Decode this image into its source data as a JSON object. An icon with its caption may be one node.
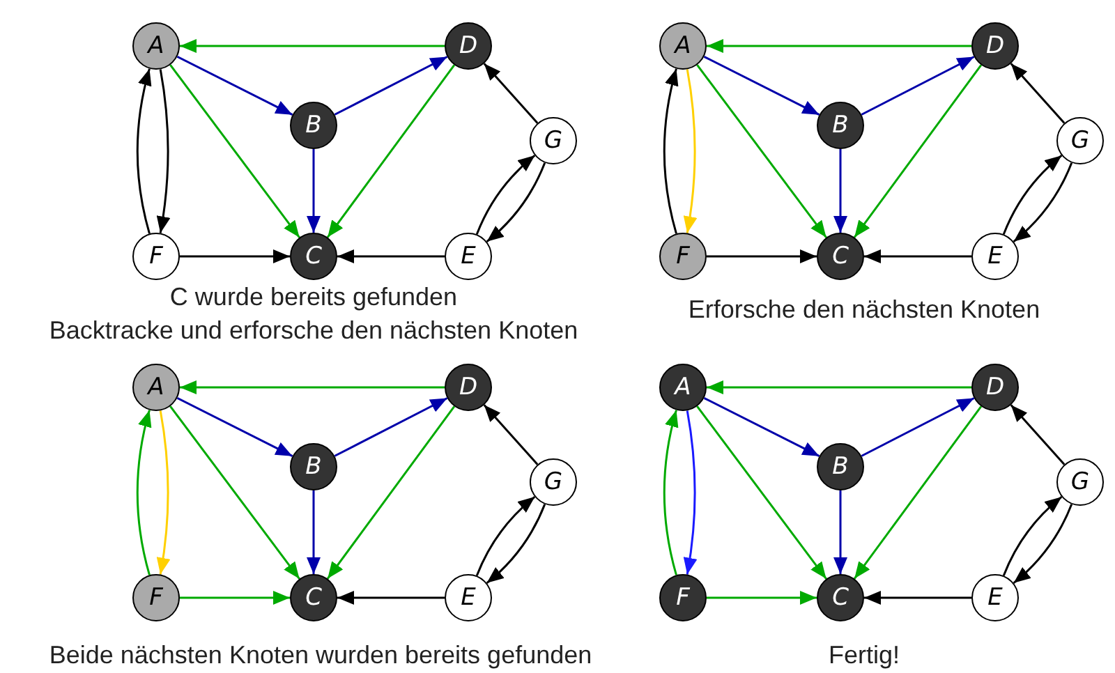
{
  "diagram": {
    "nodes": [
      {
        "text": [
          "A"
        ]
      },
      {
        "text": [
          "D"
        ]
      },
      {
        "text": [
          "B"
        ]
      },
      {
        "text": [
          "G"
        ]
      },
      {
        "text": [
          "F"
        ]
      },
      {
        "text": [
          "C"
        ]
      },
      {
        "text": [
          "E"
        ]
      },
      {
        "text": [
          "A"
        ]
      },
      {
        "text": [
          "D"
        ]
      },
      {
        "text": [
          "B"
        ]
      },
      {
        "text": [
          "G"
        ]
      },
      {
        "text": [
          "F"
        ]
      },
      {
        "text": [
          "C"
        ]
      },
      {
        "text": [
          "E"
        ]
      },
      {
        "text": [
          "A"
        ]
      },
      {
        "text": [
          "D"
        ]
      },
      {
        "text": [
          "B"
        ]
      },
      {
        "text": [
          "G"
        ]
      },
      {
        "text": [
          "F"
        ]
      },
      {
        "text": [
          "C"
        ]
      },
      {
        "text": [
          "E"
        ]
      },
      {
        "text": [
          "A"
        ]
      },
      {
        "text": [
          "D"
        ]
      },
      {
        "text": [
          "B"
        ]
      },
      {
        "text": [
          "G"
        ]
      },
      {
        "text": [
          "F"
        ]
      },
      {
        "text": [
          "C"
        ]
      },
      {
        "text": [
          "E"
        ]
      }
    ],
    "edges": [
      {
        "from": 1,
        "to": 0,
        "arrow": "to",
        "color": "#00aa00"
      },
      {
        "from": 0,
        "to": 2,
        "arrow": "to",
        "color": "#0000aa"
      },
      {
        "from": 2,
        "to": 1,
        "arrow": "to",
        "color": "#0000aa"
      },
      {
        "from": 0,
        "to": 5,
        "arrow": "to",
        "color": "#00aa00"
      },
      {
        "from": 2,
        "to": 5,
        "arrow": "to",
        "color": "#0000aa"
      },
      {
        "from": 1,
        "to": 5,
        "arrow": "to",
        "color": "#00aa00"
      },
      {
        "from": 0,
        "to": 4,
        "arrow": "to"
      },
      {
        "from": 4,
        "to": 0,
        "arrow": "to"
      },
      {
        "from": 4,
        "to": 5,
        "arrow": "to"
      },
      {
        "from": 6,
        "to": 5,
        "arrow": "to"
      },
      {
        "from": 3,
        "to": 1,
        "arrow": "to"
      },
      {
        "from": 6,
        "to": 3,
        "arrow": "to"
      },
      {
        "from": 3,
        "to": 6,
        "arrow": "to"
      },
      {
        "from": 8,
        "to": 7,
        "arrow": "to",
        "color": "#00aa00"
      },
      {
        "from": 7,
        "to": 9,
        "arrow": "to",
        "color": "#0000aa"
      },
      {
        "from": 9,
        "to": 8,
        "arrow": "to",
        "color": "#0000aa"
      },
      {
        "from": 7,
        "to": 12,
        "arrow": "to",
        "color": "#00aa00"
      },
      {
        "from": 9,
        "to": 12,
        "arrow": "to",
        "color": "#0000aa"
      },
      {
        "from": 8,
        "to": 12,
        "arrow": "to",
        "color": "#00aa00"
      },
      {
        "from": 7,
        "to": 11,
        "arrow": "to",
        "color": "#ffd000"
      },
      {
        "from": 11,
        "to": 7,
        "arrow": "to"
      },
      {
        "from": 11,
        "to": 12,
        "arrow": "to"
      },
      {
        "from": 13,
        "to": 12,
        "arrow": "to"
      },
      {
        "from": 10,
        "to": 8,
        "arrow": "to"
      },
      {
        "from": 13,
        "to": 10,
        "arrow": "to"
      },
      {
        "from": 10,
        "to": 13,
        "arrow": "to"
      },
      {
        "from": 15,
        "to": 14,
        "arrow": "to",
        "color": "#00aa00"
      },
      {
        "from": 14,
        "to": 16,
        "arrow": "to",
        "color": "#0000aa"
      },
      {
        "from": 16,
        "to": 15,
        "arrow": "to",
        "color": "#0000aa"
      },
      {
        "from": 14,
        "to": 19,
        "arrow": "to",
        "color": "#00aa00"
      },
      {
        "from": 16,
        "to": 19,
        "arrow": "to",
        "color": "#0000aa"
      },
      {
        "from": 15,
        "to": 19,
        "arrow": "to",
        "color": "#00aa00"
      },
      {
        "from": 14,
        "to": 18,
        "arrow": "to",
        "color": "#ffd000"
      },
      {
        "from": 18,
        "to": 14,
        "arrow": "to",
        "color": "#00aa00"
      },
      {
        "from": 18,
        "to": 19,
        "arrow": "to",
        "color": "#00aa00"
      },
      {
        "from": 20,
        "to": 19,
        "arrow": "to"
      },
      {
        "from": 17,
        "to": 15,
        "arrow": "to"
      },
      {
        "from": 20,
        "to": 17,
        "arrow": "to"
      },
      {
        "from": 17,
        "to": 20,
        "arrow": "to"
      },
      {
        "from": 22,
        "to": 21,
        "arrow": "to",
        "color": "#00aa00"
      },
      {
        "from": 21,
        "to": 23,
        "arrow": "to",
        "color": "#0000aa"
      },
      {
        "from": 23,
        "to": 22,
        "arrow": "to",
        "color": "#0000aa"
      },
      {
        "from": 21,
        "to": 26,
        "arrow": "to",
        "color": "#00aa00"
      },
      {
        "from": 23,
        "to": 26,
        "arrow": "to",
        "color": "#0000aa"
      },
      {
        "from": 22,
        "to": 26,
        "arrow": "to",
        "color": "#00aa00"
      },
      {
        "from": 21,
        "to": 25,
        "arrow": "to",
        "color": "#1a1aff"
      },
      {
        "from": 25,
        "to": 21,
        "arrow": "to",
        "color": "#00aa00"
      },
      {
        "from": 25,
        "to": 26,
        "arrow": "to",
        "color": "#00aa00"
      },
      {
        "from": 27,
        "to": 26,
        "arrow": "to"
      },
      {
        "from": 24,
        "to": 22,
        "arrow": "to"
      },
      {
        "from": 27,
        "to": 24,
        "arrow": "to"
      },
      {
        "from": 24,
        "to": 27,
        "arrow": "to"
      }
    ],
    "labels": [
      "C wurde bereits gefunden",
      "Backtracke und erforsche den nächsten Knoten",
      "Erforsche den nächsten Knoten",
      "Beide nächsten Knoten wurden bereits gefunden",
      "Fertig!"
    ]
  }
}
